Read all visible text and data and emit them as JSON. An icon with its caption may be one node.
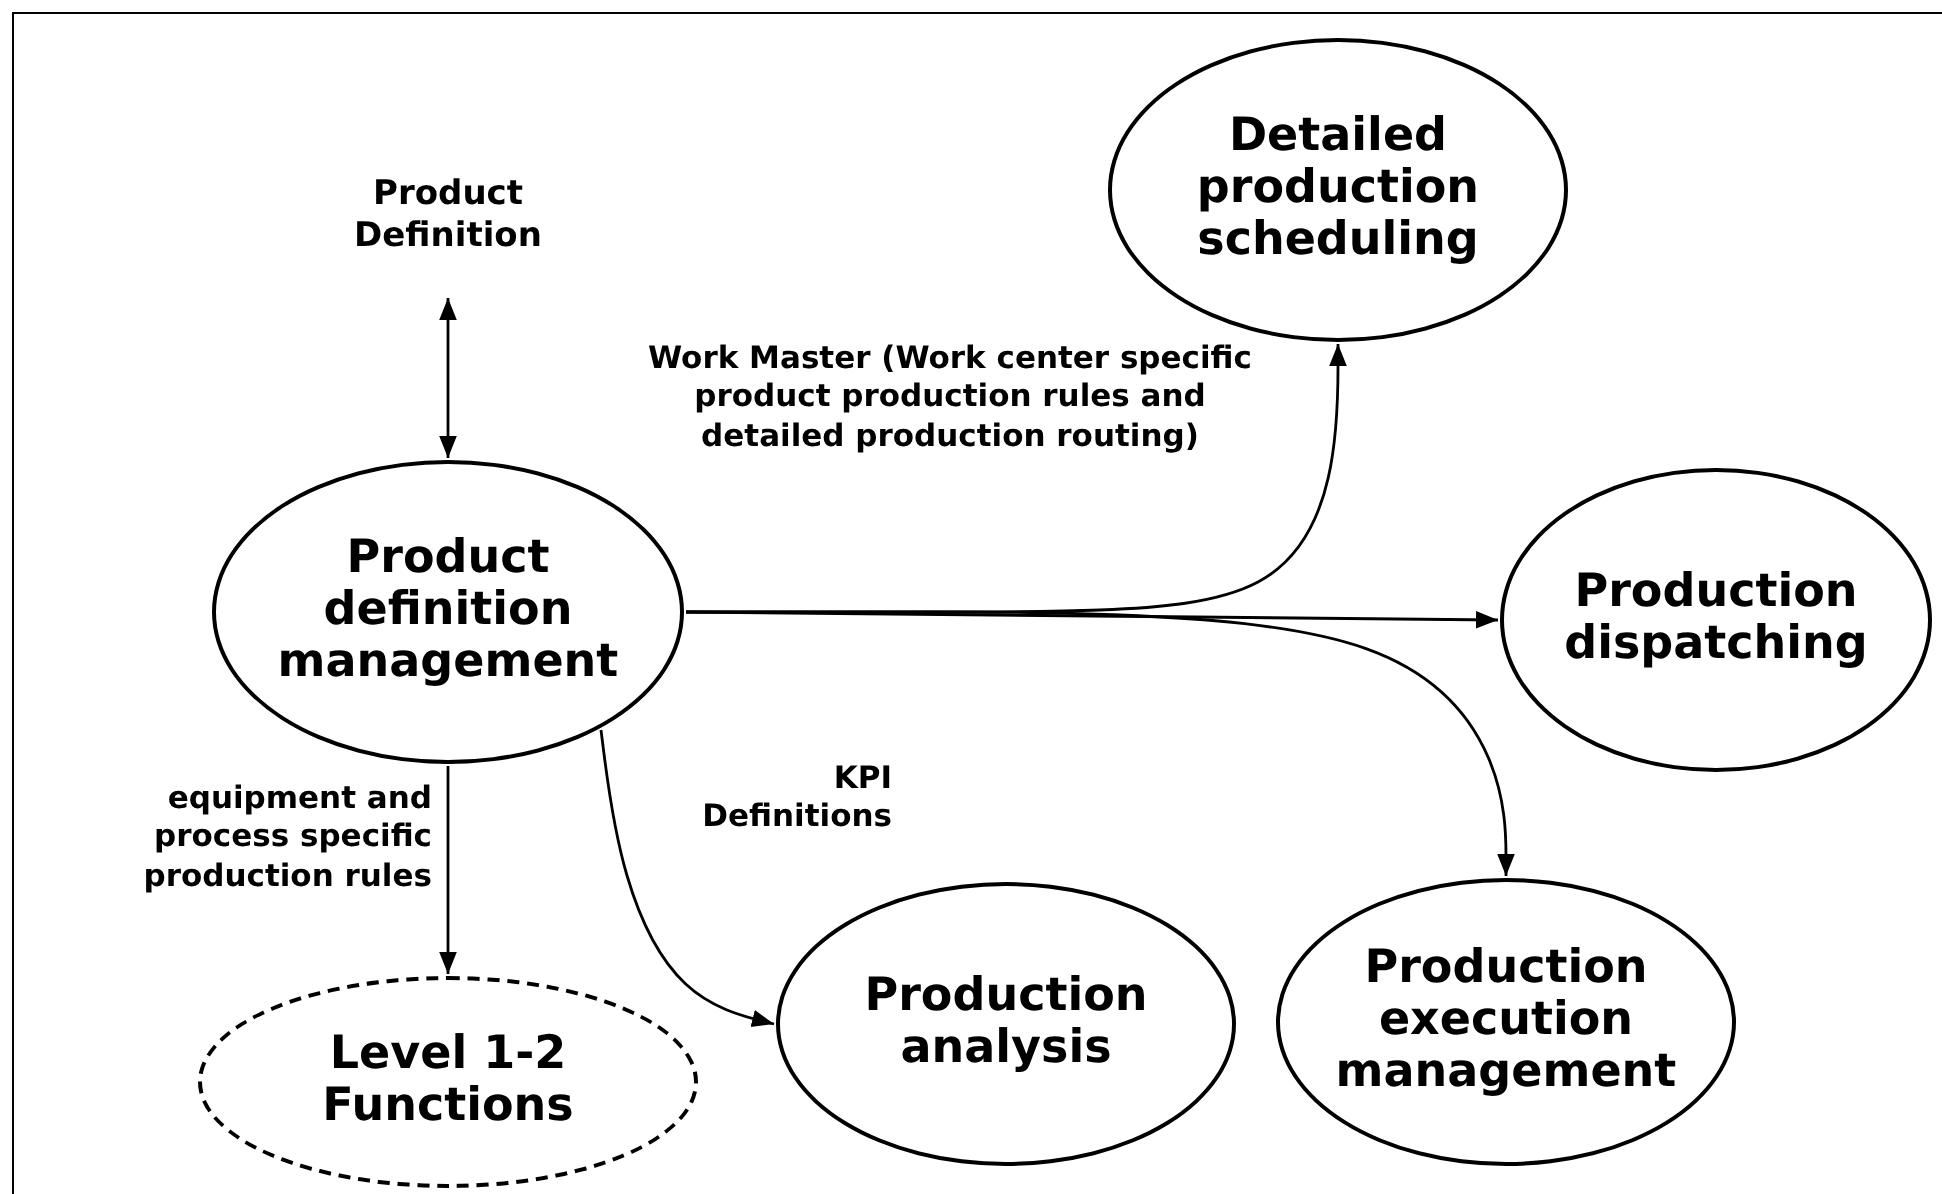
{
  "diagram": {
    "nodes": [
      {
        "text": [
          "Product Definition"
        ]
      },
      {
        "text": [
          "Detailed production scheduling"
        ]
      },
      {
        "text": [
          "Product definition management"
        ]
      },
      {
        "text": [
          "Production dispatching"
        ]
      },
      {
        "text": [
          "Level 1-2 Functions"
        ]
      },
      {
        "text": [
          "Production analysis"
        ]
      },
      {
        "text": [
          "Production execution management"
        ]
      }
    ],
    "edges": [
      {
        "from": 0,
        "to": 2,
        "arrow": "both"
      },
      {
        "from": 2,
        "to": 1,
        "arrow": "to",
        "label": "Work Master (Work center specific product production rules and detailed production routing)"
      },
      {
        "from": 2,
        "to": 3,
        "arrow": "to"
      },
      {
        "from": 2,
        "to": 6,
        "arrow": "to"
      },
      {
        "from": 2,
        "to": 4,
        "arrow": "to",
        "label": "equipment and process specific production rules"
      },
      {
        "from": 2,
        "to": 5,
        "arrow": "to",
        "label": "KPI Definitions"
      }
    ]
  }
}
